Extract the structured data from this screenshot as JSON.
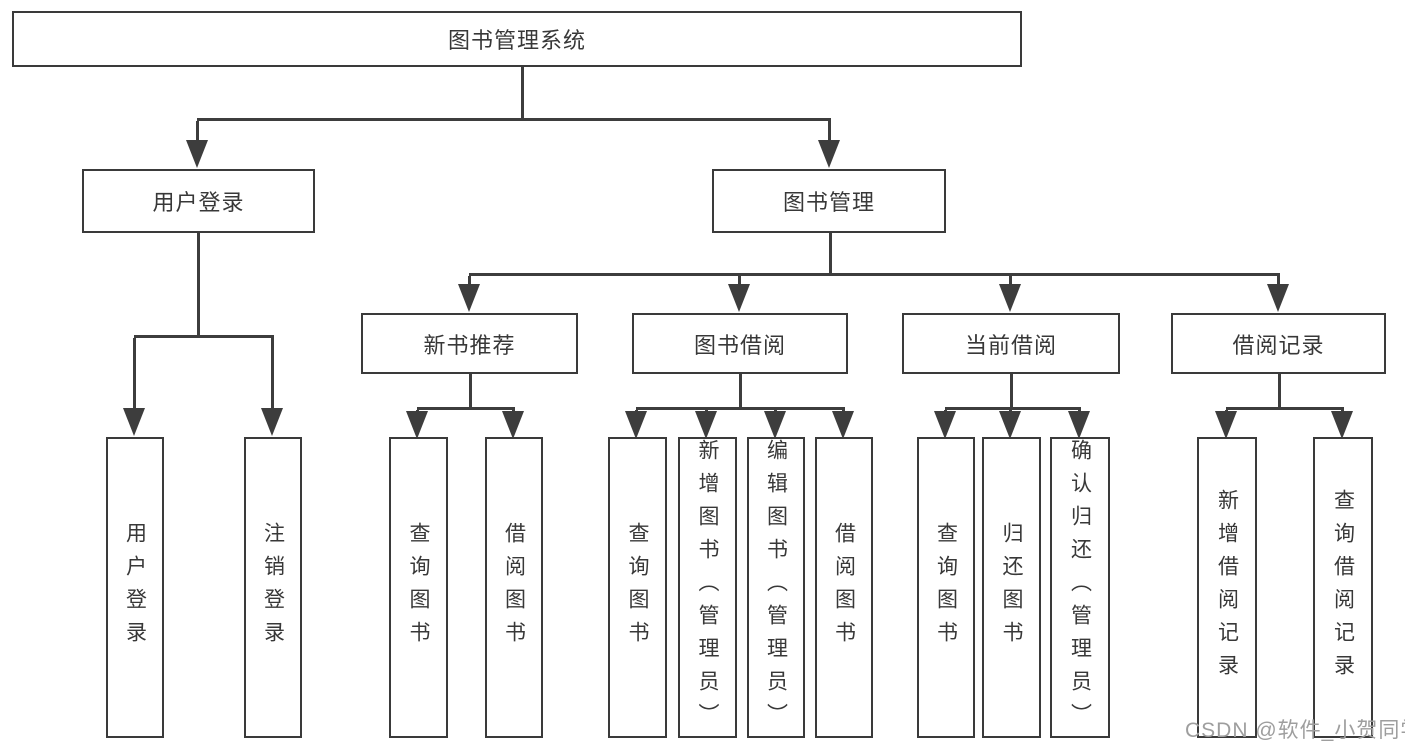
{
  "diagram": {
    "title": "图书管理系统",
    "root": {
      "label": "图书管理系统"
    },
    "level2": {
      "user_login": {
        "label": "用户登录"
      },
      "book_management": {
        "label": "图书管理"
      }
    },
    "level3": {
      "new_book_recommend": {
        "label": "新书推荐"
      },
      "book_borrowing": {
        "label": "图书借阅"
      },
      "current_borrowing": {
        "label": "当前借阅"
      },
      "borrowing_records": {
        "label": "借阅记录"
      }
    },
    "leaves": {
      "user_login": [
        "用户登录",
        "注销登录"
      ],
      "new_book_recommend": [
        "查询图书",
        "借阅图书"
      ],
      "book_borrowing": [
        "查询图书",
        "新增图书（管理员）",
        "编辑图书（管理员）",
        "借阅图书"
      ],
      "current_borrowing": [
        "查询图书",
        "归还图书",
        "确认归还（管理员）"
      ],
      "borrowing_records": [
        "新增借阅记录",
        "查询借阅记录"
      ]
    }
  },
  "watermark": {
    "text": "CSDN @软件_小贺同学"
  },
  "colors": {
    "line": "#3d3d3d",
    "border": "#3a3a3a",
    "text": "#383838",
    "watermark": "#9e9e9e",
    "background": "#ffffff"
  }
}
